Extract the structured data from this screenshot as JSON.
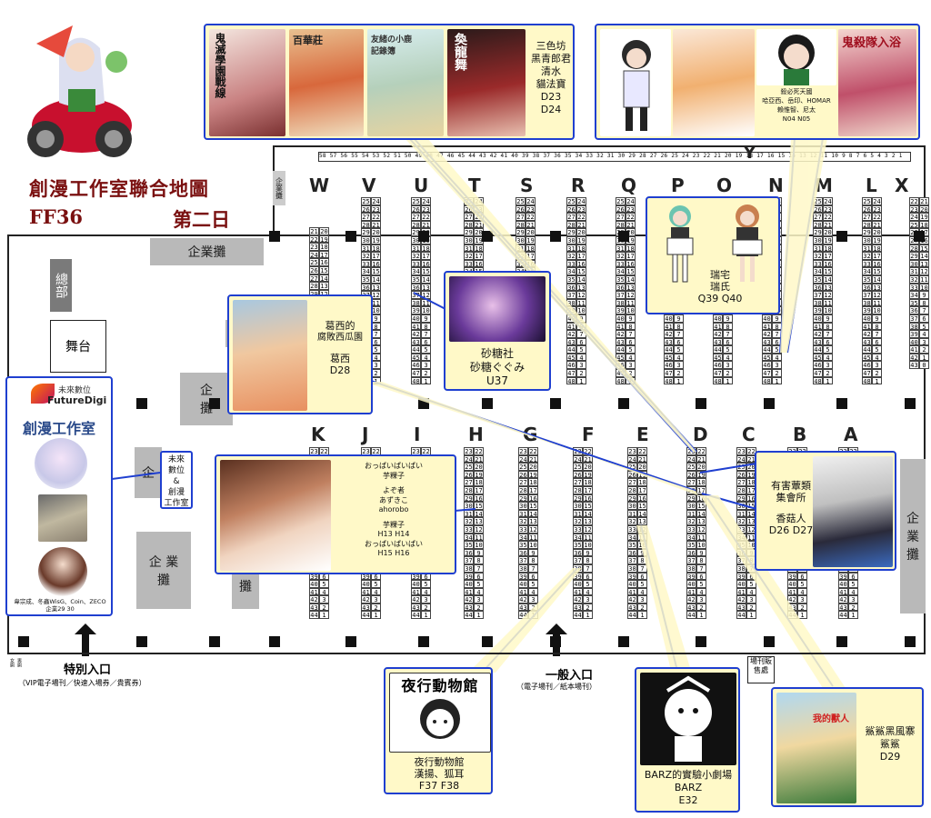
{
  "map": {
    "title": "創漫工作室聯合地圖",
    "event": "FF36",
    "day": "第二日",
    "stage": "舞台",
    "hq": "總部",
    "corp_label": "企業攤",
    "corp_label_split": [
      "企",
      "業",
      "攤"
    ],
    "entrance_special": "特別入口",
    "entrance_special_note": "（VIP電子場刊／快速入場券／貴賓券）",
    "entrance_general": "一般入口",
    "entrance_general_note": "（電子場刊／紙本場刊）",
    "catalog_sale": "場刊販售處",
    "restroom_labels": [
      "女廁",
      "男廁"
    ],
    "top_row_label": "Y"
  },
  "row_labels_upper": [
    "W",
    "V",
    "U",
    "T",
    "S",
    "R",
    "Q",
    "P",
    "O",
    "N",
    "M",
    "L",
    "X"
  ],
  "row_labels_lower": [
    "K",
    "J",
    "I",
    "H",
    "G",
    "F",
    "E",
    "D",
    "C",
    "B",
    "A"
  ],
  "top_row_numbers": "58 57 56 55 54 53 52 51 50 49 48 47 46 45 44 43 42 41 40 39 38 37 36 35 34 33 32 31 30 29 28 27 26 25 24 23 22 21 20 19 18 17 16 15 14 13 12 11 10 9 8 7 6 5 4 3 2 1",
  "booths": {
    "futuredigi": {
      "brand_top": "未來數位",
      "brand": "FutureDigi",
      "studio": "創漫工作室",
      "artists": "韋宗成、冬蟲WisG、Coin、ZECO",
      "booth": "企業29 30",
      "map_tag": [
        "未來",
        "數位",
        "&",
        "創漫",
        "工作室"
      ]
    },
    "d23": {
      "lines": [
        "三色坊",
        "黑青郎君",
        "清水",
        "貓法寶",
        "D23",
        "D24"
      ]
    },
    "n04": {
      "lines": [
        "殺必死天國",
        "哈亞西、岳印、HOMAR",
        "賴惟智、尼太",
        "N04 N05"
      ]
    },
    "q39": {
      "lines": [
        "瑞宅",
        "瑞氏",
        "Q39 Q40"
      ]
    },
    "d28": {
      "lines": [
        "葛西的",
        "腐敗西瓜園",
        "葛西",
        "D28"
      ]
    },
    "u37": {
      "lines": [
        "砂糖社",
        "砂糖ぐぐみ",
        "U37"
      ]
    },
    "h13": {
      "lines": [
        "おっぱいぱいぱい",
        "芋粿子",
        "",
        "よぞ者",
        "あずきこ",
        "ahorobo",
        "",
        "芋粿子",
        "H13 H14",
        "おっぱいぱいぱい",
        "H15 H16"
      ]
    },
    "d26": {
      "lines": [
        "有害蕈類",
        "集會所",
        "",
        "香菇人",
        "D26 D27"
      ]
    },
    "f37": {
      "title": "夜行動物館",
      "lines": [
        "夜行動物館",
        "漢揚、狐耳",
        "F37 F38"
      ]
    },
    "e32": {
      "lines": [
        "BARZ的實驗小劇場",
        "BARZ",
        "E32"
      ]
    },
    "d29": {
      "lines": [
        "鯊鯊黑風寨",
        "鯊鯊",
        "D29"
      ]
    }
  },
  "cover_titles": {
    "c1": "鬼滅學園戰線",
    "c2": "百華莊",
    "c3": "友緒の小鹿記錄簿",
    "c4": "奐龍舞",
    "c5": "鬼殺隊入浴",
    "c6": "我的獸人"
  },
  "colors": {
    "highlight": "#1f3fd0",
    "bubble": "#fff9c8",
    "title": "#7a1010",
    "block": "#b9b9b9"
  }
}
